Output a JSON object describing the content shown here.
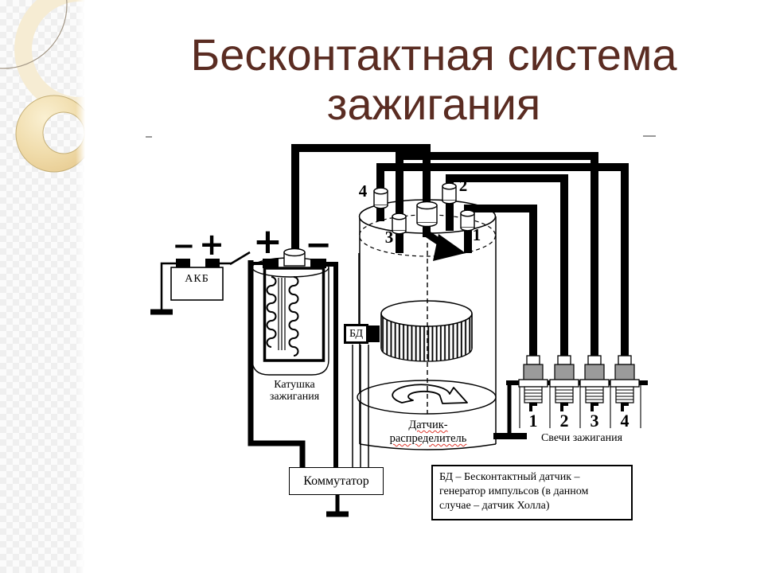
{
  "slide": {
    "title_line1": "Бесконтактная система",
    "title_line2": "зажигания"
  },
  "battery": {
    "label": "АКБ",
    "minus_sign": "−",
    "plus_sign": "+"
  },
  "ignition_coil": {
    "plus_sign": "+",
    "minus_sign": "−",
    "label_line1": "Катушка",
    "label_line2": "зажигания"
  },
  "sensor": {
    "label": "БД"
  },
  "commutator": {
    "label": "Коммутатор"
  },
  "distributor": {
    "label_line1": "Датчик-",
    "label_line2": "распределитель",
    "cap_terminals": [
      "4",
      "2",
      "3",
      "1"
    ]
  },
  "spark_plugs": {
    "label": "Свечи зажигания",
    "numbers": [
      "1",
      "2",
      "3",
      "4"
    ]
  },
  "legend": {
    "line1": "БД – Бесконтактный датчик –",
    "line2": "генератор импульсов (в данном",
    "line3": "случае – датчик Холла)"
  },
  "colors": {
    "title": "#5a2c22",
    "wire": "#000000",
    "spellcheck_underline": "#e03a2f",
    "plug_body_gray": "#9b9b9b",
    "decor_beige": "#ecd19b",
    "decor_cream": "#f6ecd3"
  }
}
